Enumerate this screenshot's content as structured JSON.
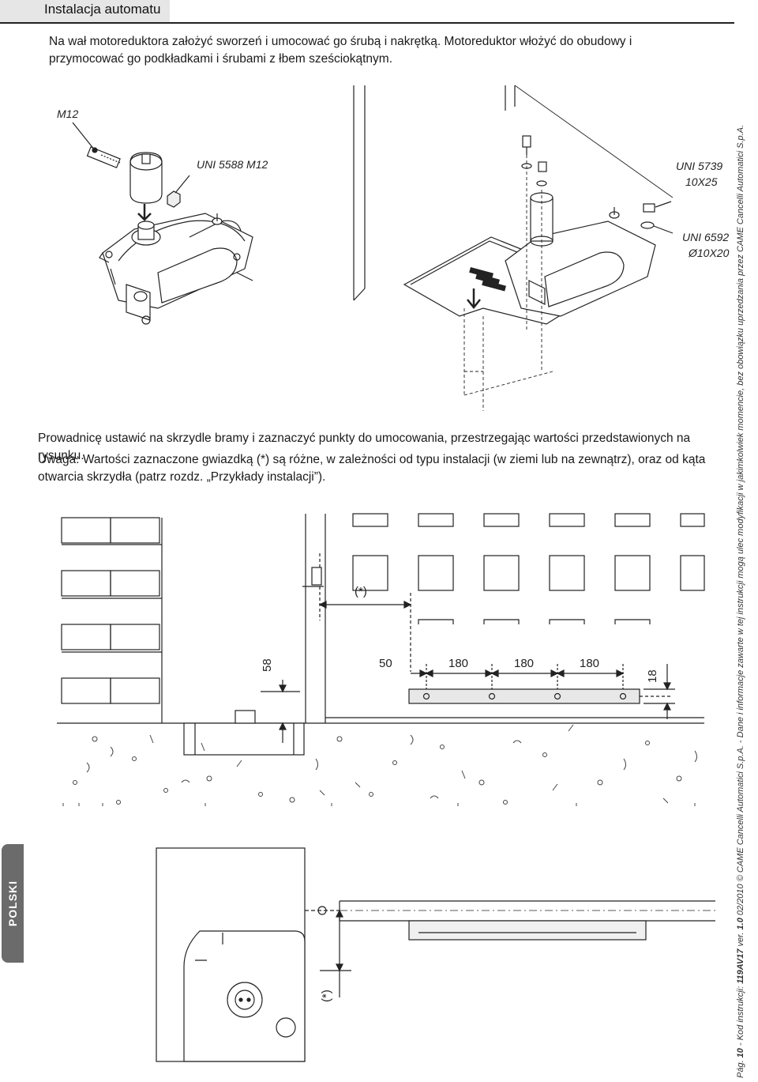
{
  "header": {
    "section_title": "Instalacja automatu"
  },
  "text": {
    "p1": "Na wał motoreduktora założyć sworzeń i umocować go śrubą i nakrętką. Motoreduktor włożyć do obudowy i przymocować go podkładkami i śrubami z łbem sześciokątnym.",
    "p2": "Prowadnicę ustawić na skrzydle bramy i zaznaczyć punkty do umocowania, przestrzegając wartości przedstawionych na rysunku.",
    "p3": "Uwaga: Wartości zaznaczone gwiazdką (*) są różne, w zależności od typu instalacji (w ziemi lub na zewnątrz), oraz od kąta otwarcia skrzydła (patrz rozdz. „Przykłady instalacji”)."
  },
  "fig1": {
    "m12": "M12",
    "uni5588": "UNI 5588 M12",
    "uni5739": "UNI 5739",
    "size1": "10X25",
    "uni6592": "UNI 6592",
    "size2": "Ø10X20"
  },
  "fig2": {
    "d58": "58",
    "star_top": "(*)",
    "d50": "50",
    "d180a": "180",
    "d180b": "180",
    "d180c": "180",
    "d18": "18",
    "star_bottom": "(*)"
  },
  "side_tab": "POLSKI",
  "footer": {
    "page_label": "Pág. ",
    "page_number": "10",
    "code_label": " - Kod instrukcji: ",
    "code": "119AV17",
    "ver_label": " ver. ",
    "ver": "1.0",
    "rest": " 02/2010 © CAME Cancelli Automatici S.p.A. - Dane i informacje zawarte w tej instrukcji mogą ulec modyfikacji w jakimkolwiek momencie, bez obowiązku uprzedzania przez CAME Cancelli Automatici S.p.A."
  }
}
